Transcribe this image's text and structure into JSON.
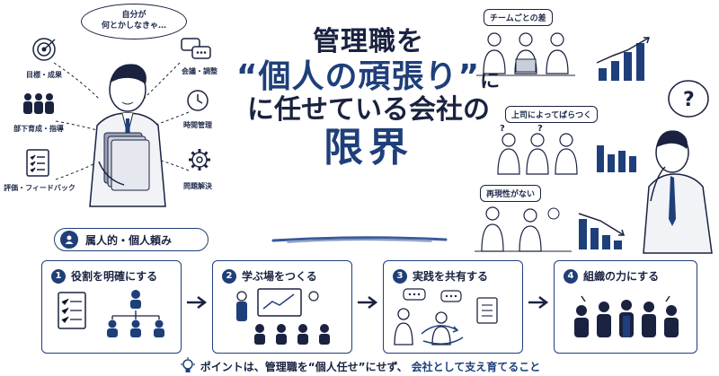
{
  "title": {
    "line1": "管理職を",
    "line2_quoted": "“個人の頑張り”",
    "line2_suffix": "に",
    "line3": "に任せている会社の",
    "line4": "限界"
  },
  "left": {
    "speech": [
      "自分が",
      "何とかしなきゃ…"
    ],
    "roles": [
      {
        "label": "目標・成果",
        "icon": "target-icon"
      },
      {
        "label": "部下育成・指導",
        "icon": "team-icon"
      },
      {
        "label": "評価・フィードバック",
        "icon": "checklist-icon"
      },
      {
        "label": "会議・調整",
        "icon": "chat-icon"
      },
      {
        "label": "時間管理",
        "icon": "clock-icon"
      },
      {
        "label": "問題解決",
        "icon": "gear-icon"
      }
    ],
    "badge": "属人的・個人頼み"
  },
  "right": {
    "panels": [
      {
        "label": "チームごとの差",
        "trend": "up"
      },
      {
        "label": "上司によってばらつく",
        "trend": "flat"
      },
      {
        "label": "再現性がない",
        "trend": "down"
      }
    ]
  },
  "steps": [
    {
      "num": "1",
      "label": "役割を明確にする",
      "icon": "org-chart-icon"
    },
    {
      "num": "2",
      "label": "学ぶ場をつくる",
      "icon": "training-icon"
    },
    {
      "num": "3",
      "label": "実践を共有する",
      "icon": "share-icon"
    },
    {
      "num": "4",
      "label": "組織の力にする",
      "icon": "group-icon"
    }
  ],
  "footer": {
    "text_prefix": "ポイントは、管理職を“個人任せ”にせず、",
    "text_highlight": "会社として支え育てること"
  },
  "colors": {
    "navy": "#1f3f7a",
    "ink": "#1a2240",
    "grey": "#8a93a6"
  }
}
